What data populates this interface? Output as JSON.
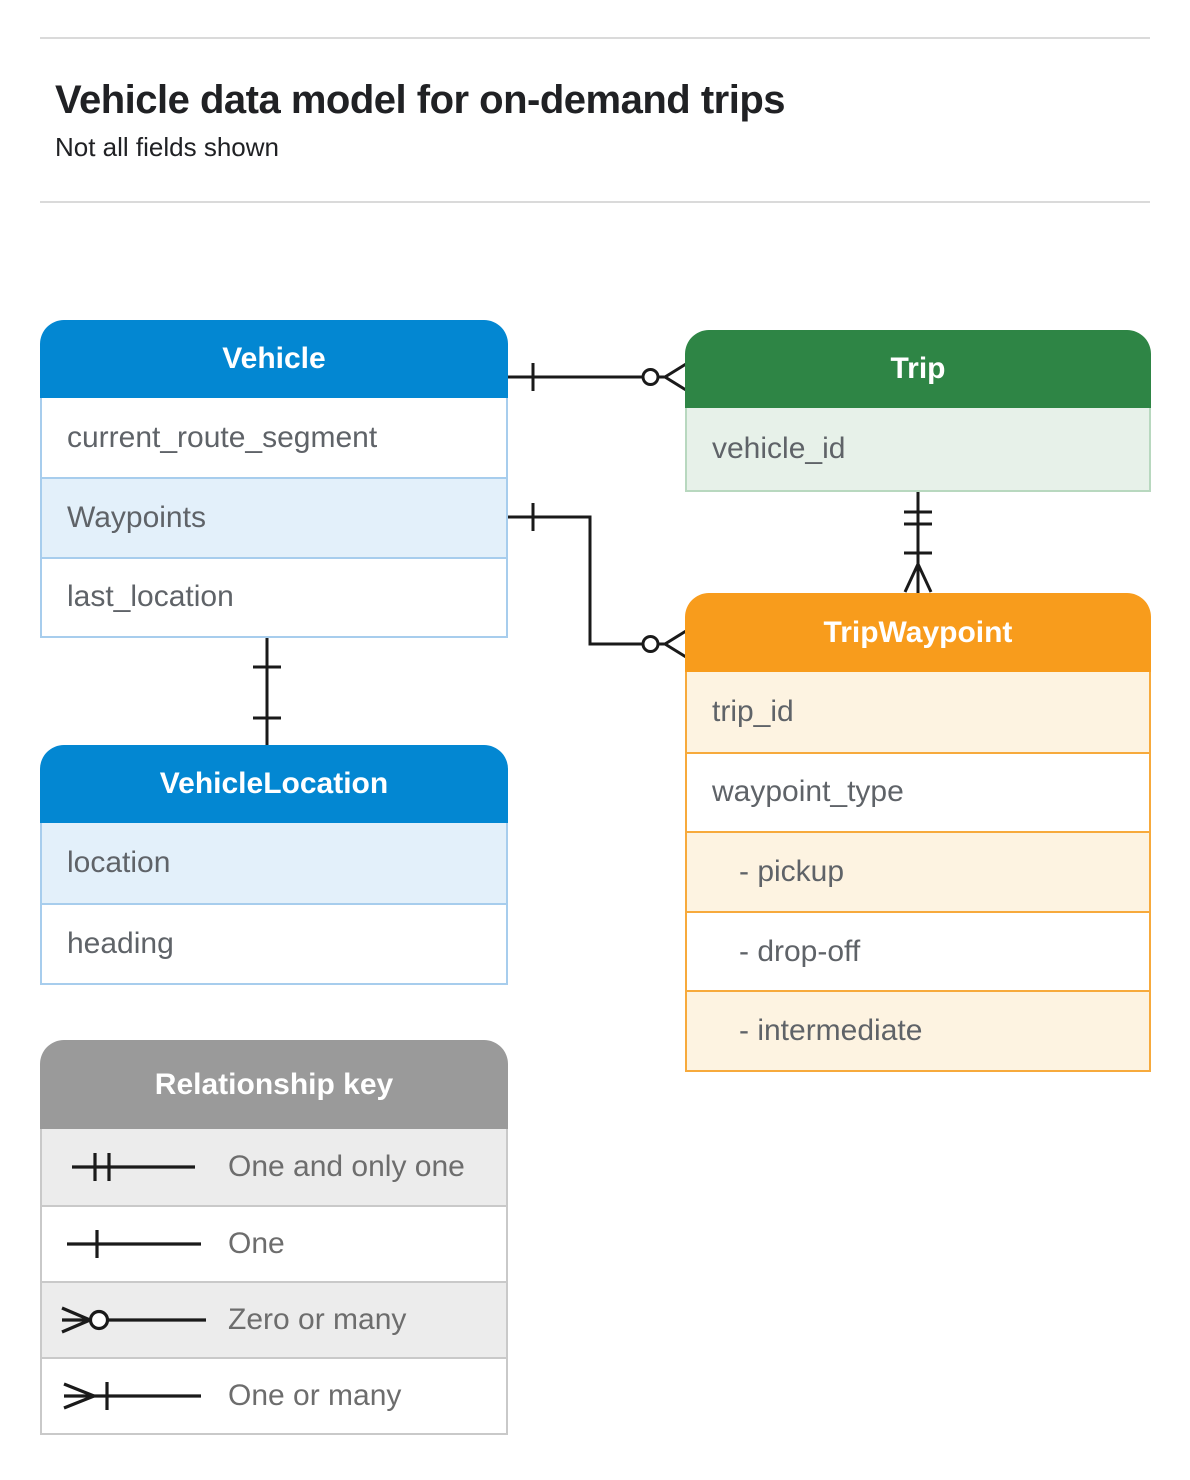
{
  "page": {
    "title": "Vehicle data model for on-demand trips",
    "subtitle": "Not all fields shown"
  },
  "entities": {
    "vehicle": {
      "title": "Vehicle",
      "rows": [
        "current_route_segment",
        "Waypoints",
        "last_location"
      ]
    },
    "trip": {
      "title": "Trip",
      "rows": [
        "vehicle_id"
      ]
    },
    "trip_waypoint": {
      "title": "TripWaypoint",
      "rows": [
        "trip_id",
        "waypoint_type",
        "- pickup",
        "- drop-off",
        "- intermediate"
      ]
    },
    "vehicle_location": {
      "title": "VehicleLocation",
      "rows": [
        "location",
        "heading"
      ]
    }
  },
  "legend": {
    "title": "Relationship key",
    "items": [
      {
        "symbol": "one-and-only-one",
        "label": "One and only one"
      },
      {
        "symbol": "one",
        "label": "One"
      },
      {
        "symbol": "zero-or-many",
        "label": "Zero or many"
      },
      {
        "symbol": "one-or-many",
        "label": "One or many"
      }
    ]
  },
  "relationships": [
    {
      "from": "Vehicle",
      "to": "Trip",
      "from_end": "one",
      "to_end": "zero-or-many"
    },
    {
      "from": "Vehicle.Waypoints",
      "to": "TripWaypoint",
      "from_end": "one",
      "to_end": "zero-or-many"
    },
    {
      "from": "Trip",
      "to": "TripWaypoint",
      "from_end": "one-and-only-one",
      "to_end": "one-or-many"
    },
    {
      "from": "Vehicle",
      "to": "VehicleLocation",
      "from_end": "one",
      "to_end": "one"
    }
  ],
  "colors": {
    "vehicle_header": "#0387d2",
    "vehicle_row_shade": "#e3f0fa",
    "vehicle_border": "#a7cded",
    "trip_header": "#2e8545",
    "trip_row_shade": "#e7f1e9",
    "trip_border": "#b8d8bf",
    "trip_waypoint_header": "#f89c1c",
    "trip_waypoint_row_shade": "#fdf3e1",
    "trip_waypoint_border": "#f7aa3c",
    "key_header": "#9a9a9a",
    "key_row_shade": "#ececec",
    "key_border": "#c9c9c9",
    "connector": "#1a1a1a",
    "field_text": "#5f6368"
  }
}
